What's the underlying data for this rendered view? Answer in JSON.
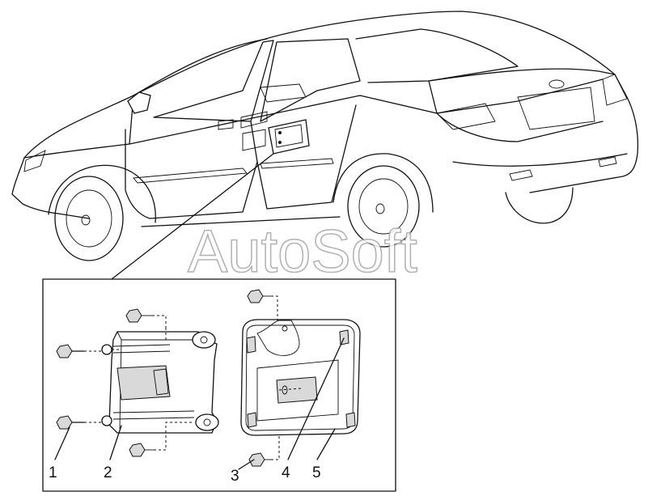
{
  "watermark": "AutoSoft",
  "callouts": {
    "c1": "1",
    "c2": "2",
    "c3": "3",
    "c4": "4",
    "c5": "5"
  },
  "colors": {
    "line": "#111111",
    "background": "#ffffff",
    "watermark_outline": "#a8a8a8"
  }
}
